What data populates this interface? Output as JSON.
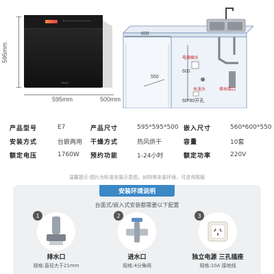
{
  "diagram": {
    "height_label": "595mm",
    "width_label": "595mm",
    "depth_label": "500mm",
    "cabinet_width": "600",
    "cabinet_height": "600",
    "cabinet_depth": "550",
    "label_power_socket": "电源插头",
    "label_faucet": "水龙头",
    "label_drain": "排水接口",
    "label_hole": "60*80开孔",
    "brand_mark": "Midea"
  },
  "specs": {
    "rows": [
      [
        {
          "label": "产品型号",
          "value": "E7"
        },
        {
          "label": "产品尺寸",
          "value": "595*595*500"
        },
        {
          "label": "嵌入尺寸",
          "value": "560*600*550"
        }
      ],
      [
        {
          "label": "安装方式",
          "value": "台嵌两用"
        },
        {
          "label": "干燥方式",
          "value": "热风烘干"
        },
        {
          "label": "容量",
          "value": "10套"
        }
      ],
      [
        {
          "label": "额定电压",
          "value": "1760W"
        },
        {
          "label": "预约功能",
          "value": "1-24小时"
        },
        {
          "label": "额定功率",
          "value": "220V"
        }
      ]
    ]
  },
  "hint": "温馨提示:图片为标准安装示意图，如特殊安装环境，可咨询客服",
  "install": {
    "title": "安装环境说明",
    "subtitle": "台面式/嵌入式安装都需要以下配置",
    "items": [
      {
        "num": "1",
        "name": "排水口",
        "spec": "规格:直径大于21mm"
      },
      {
        "num": "2",
        "name": "进水口",
        "spec": "规格:4分角阀"
      },
      {
        "num": "3",
        "name": "独立电源 三孔插座",
        "spec": "规格:10A 接地线"
      }
    ]
  },
  "colors": {
    "accent_blue": "#3b88c6",
    "label_red": "#c02020",
    "panel_bg": "#eef0f2"
  }
}
